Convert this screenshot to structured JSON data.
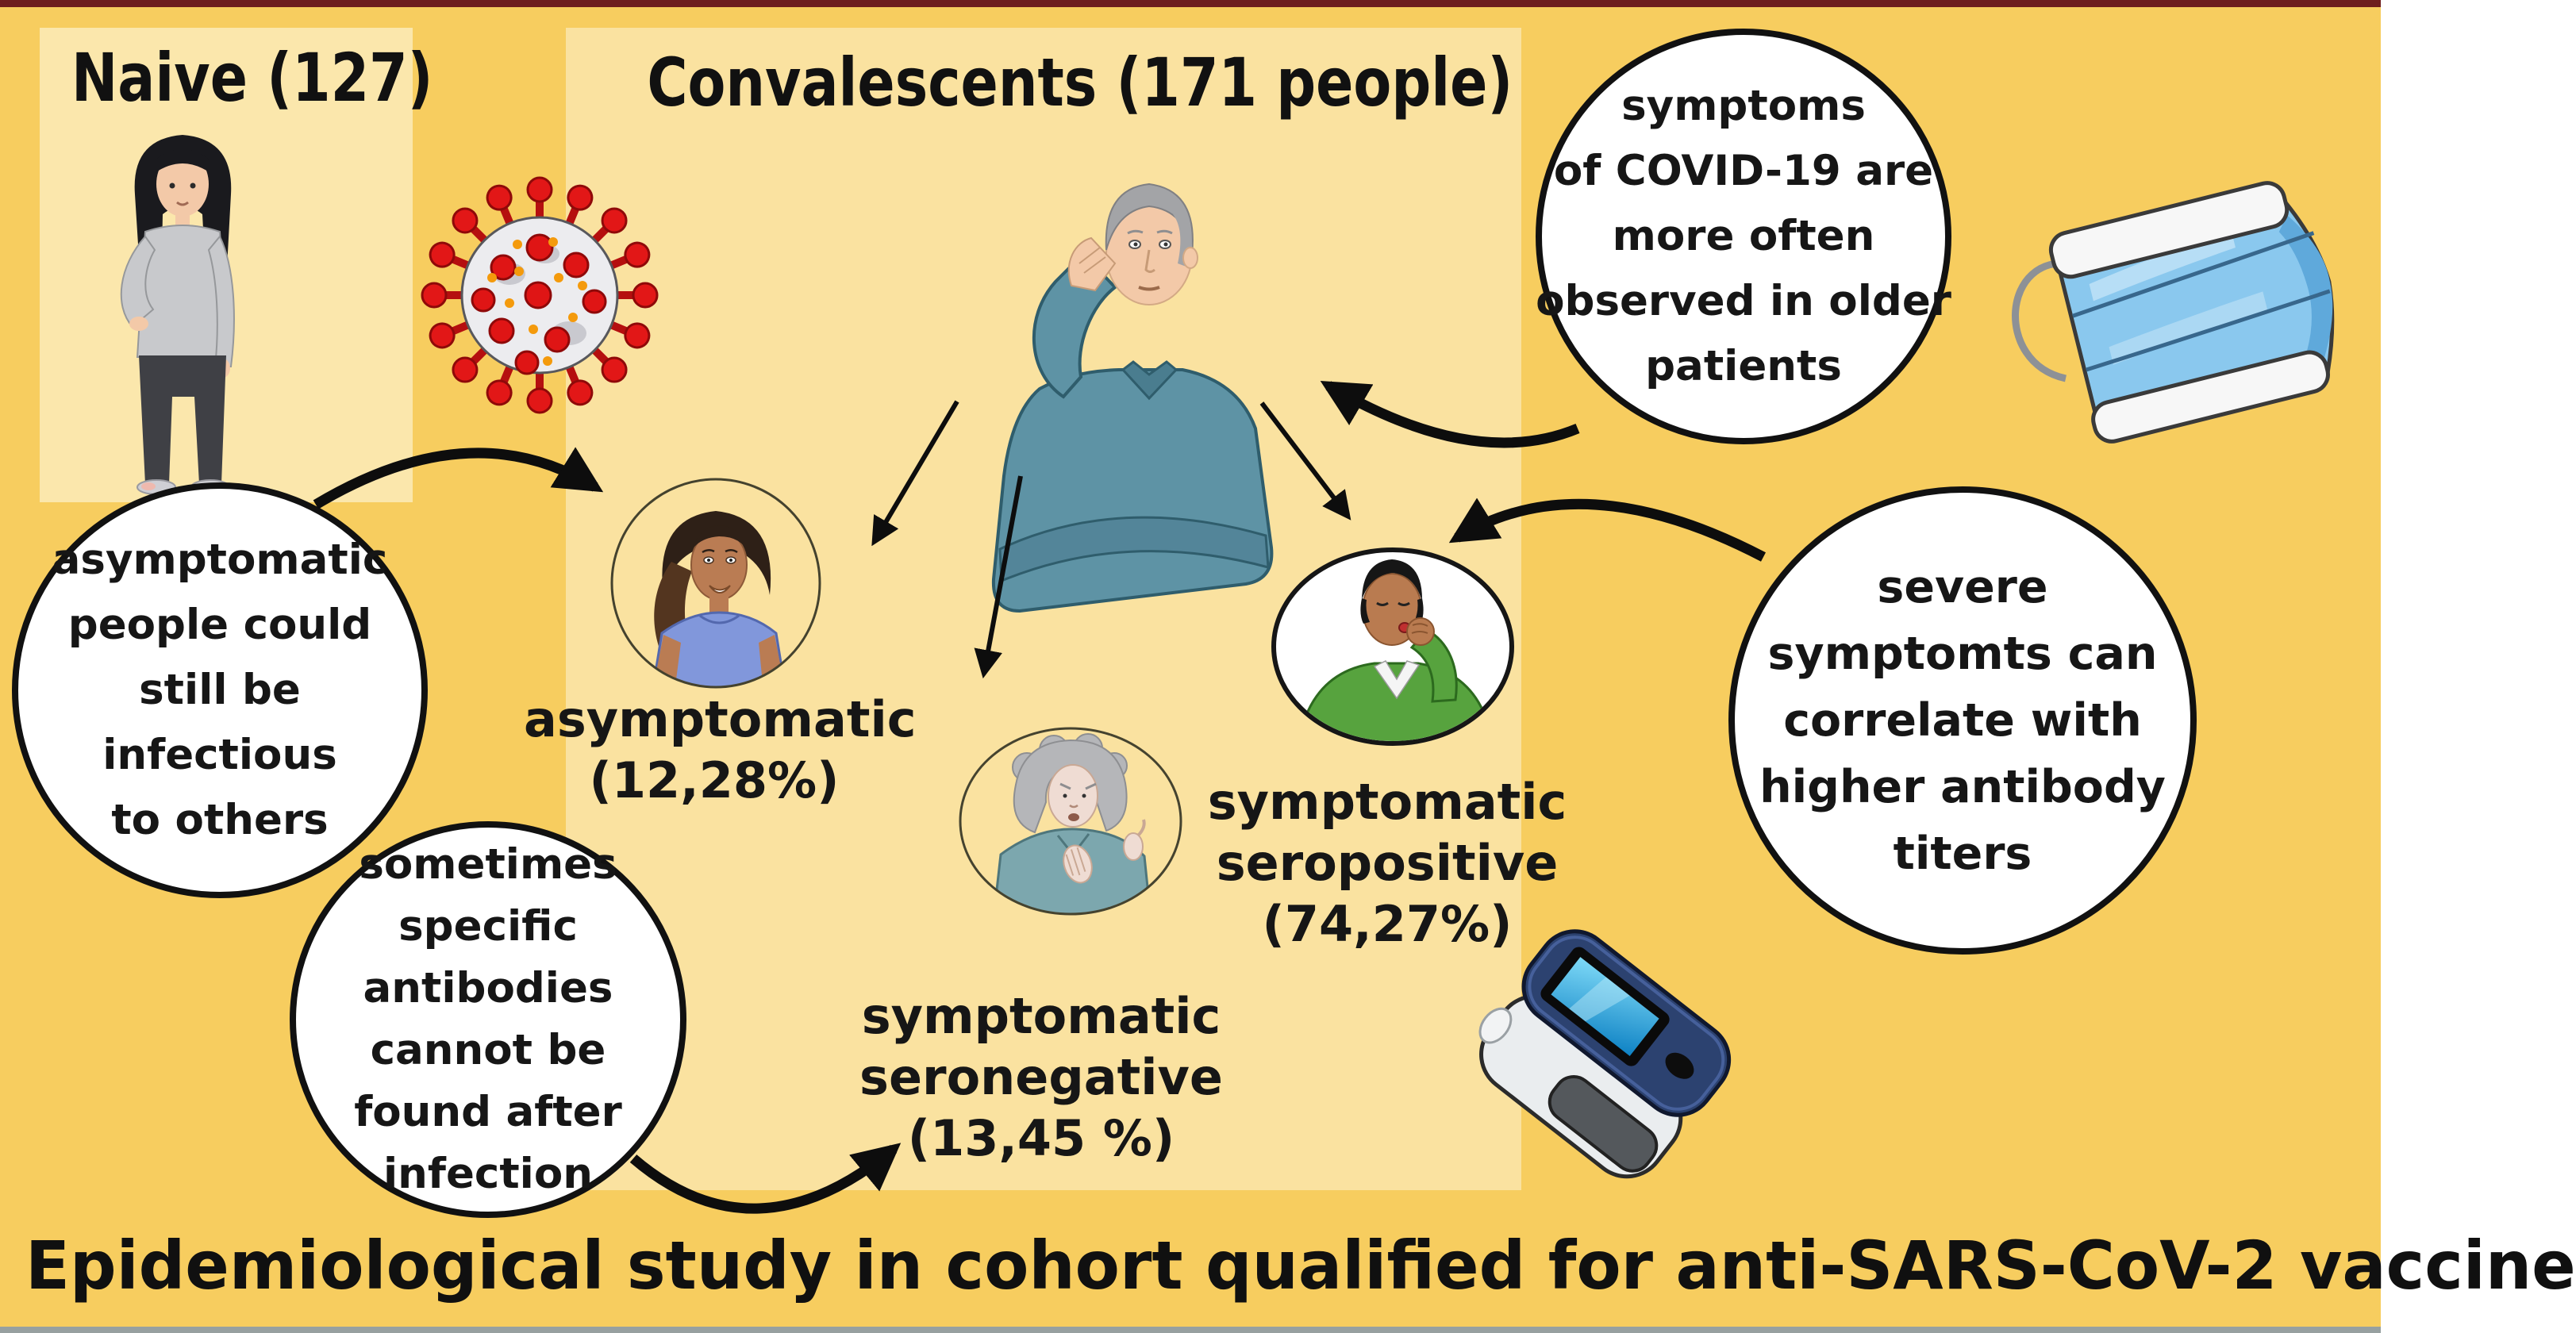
{
  "panels": {
    "naive": {
      "title": "Naive (127)"
    },
    "convalescents": {
      "title": "Convalescents (171 people)"
    }
  },
  "bubbles": {
    "older_patients": {
      "lines": [
        "symptoms",
        "of COVID-19 are",
        "more often",
        "observed in older",
        "patients"
      ]
    },
    "still_infectious": {
      "lines": [
        "asymptomatic",
        "people could",
        "still be",
        "infectious",
        "to others"
      ]
    },
    "antibody_titers": {
      "lines": [
        "severe",
        "symptomts can",
        "correlate with",
        "higher antibody",
        "titers"
      ]
    },
    "no_antibodies": {
      "lines": [
        "sometimes",
        "specific",
        "antibodies",
        "cannot be",
        "found after",
        "infection"
      ]
    }
  },
  "groups": {
    "asymptomatic": {
      "label": "asymptomatic",
      "value": "(12,28%)"
    },
    "seronegative": {
      "label_line1": "symptomatic",
      "label_line2": "seronegative",
      "value": "(13,45 %)"
    },
    "seropositive": {
      "label_line1": "symptomatic",
      "label_line2": "seropositive",
      "value": "(74,27%)"
    }
  },
  "footer": {
    "title": "Epidemiological study in cohort qualified for anti-SARS-CoV-2 vaccine"
  },
  "icons": {
    "virus": "coronavirus-icon",
    "mask": "face-mask-icon",
    "oximeter": "pulse-oximeter-icon"
  },
  "colors": {
    "background": "#F7CD5F",
    "panel": "#FAE2A0",
    "panel_naive": "#FBE7AC",
    "bubble_fill": "#FFFFFF",
    "bubble_border": "#111111",
    "text": "#161616",
    "virus_red": "#DF1515",
    "mask_blue": "#8AC8EE",
    "oximeter_navy": "#2C4270",
    "screen_cyan": "#2FB3E8",
    "sweater_teal": "#5E93A5",
    "shirt_blue": "#8197DB",
    "sweater_green": "#57A33E",
    "blouse_teal": "#7CA7AE",
    "top_strip": "#6E1E1E",
    "bottom_strip": "#97A0A0"
  }
}
